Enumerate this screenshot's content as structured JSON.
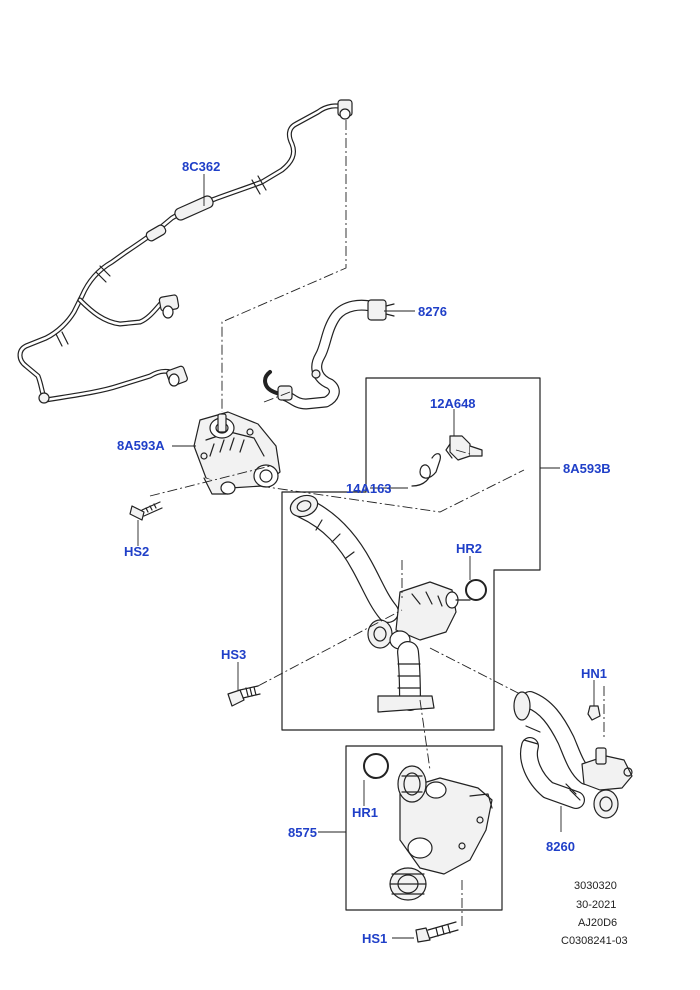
{
  "colors": {
    "callout": "#1f3fc8",
    "line": "#222222",
    "part_fill": "#f2f2f2",
    "text": "#222222"
  },
  "callouts": {
    "p8C362": "8C362",
    "p8276": "8276",
    "p8A593A": "8A593A",
    "p12A648": "12A648",
    "p8A593B": "8A593B",
    "p14A163": "14A163",
    "pHS2": "HS2",
    "pHR2": "HR2",
    "pHS3": "HS3",
    "pHN1": "HN1",
    "pHR1": "HR1",
    "p8575": "8575",
    "p8260": "8260",
    "pHS1": "HS1"
  },
  "info_block": {
    "line1": "3030320",
    "line2": "30-2021",
    "line3": "AJ20D6",
    "line4": "C0308241-03"
  }
}
